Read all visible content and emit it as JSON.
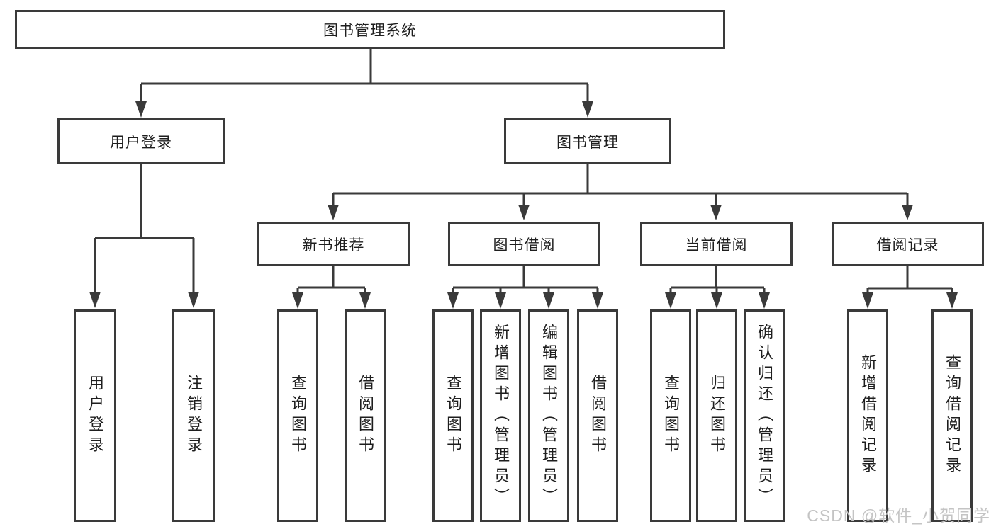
{
  "tree": {
    "label": "图书管理系统",
    "children": [
      {
        "label": "用户登录",
        "children": [
          {
            "label": "用户登录"
          },
          {
            "label": "注销登录"
          }
        ]
      },
      {
        "label": "图书管理",
        "children": [
          {
            "label": "新书推荐",
            "children": [
              {
                "label": "查询图书"
              },
              {
                "label": "借阅图书"
              }
            ]
          },
          {
            "label": "图书借阅",
            "children": [
              {
                "label": "查询图书"
              },
              {
                "label": "新增图书（管理员）"
              },
              {
                "label": "编辑图书（管理员）"
              },
              {
                "label": "借阅图书"
              }
            ]
          },
          {
            "label": "当前借阅",
            "children": [
              {
                "label": "查询图书"
              },
              {
                "label": "归还图书"
              },
              {
                "label": "确认归还（管理员）"
              }
            ]
          },
          {
            "label": "借阅记录",
            "children": [
              {
                "label": "新增借阅记录"
              },
              {
                "label": "查询借阅记录"
              }
            ]
          }
        ]
      }
    ]
  },
  "watermark": {
    "text": "CSDN @软件_小贺同学"
  },
  "colors": {
    "line": "#3a3a3a",
    "box_border": "#3a3a3a",
    "text": "#1e1e1e",
    "watermark": "#c4c4c4",
    "background": "#ffffff"
  }
}
